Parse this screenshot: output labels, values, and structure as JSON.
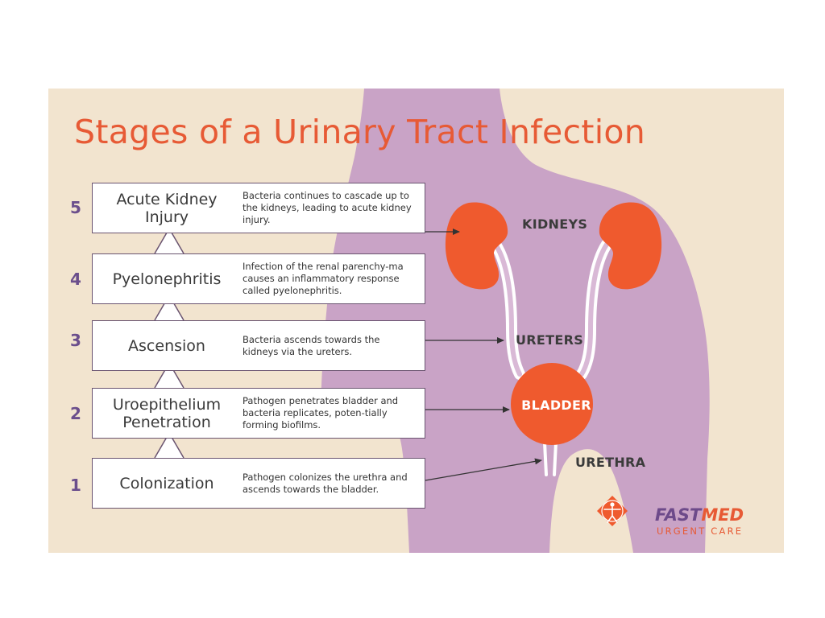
{
  "title": "Stages of a Urinary Tract Infection",
  "stages": [
    {
      "num": "5",
      "name": "Acute Kidney Injury",
      "desc": "Bacteria continues to cascade up to the kidneys, leading to acute kidney injury."
    },
    {
      "num": "4",
      "name": "Pyelonephritis",
      "desc": "Infection of the renal parenchy-ma causes an inflammatory response called pyelonephritis."
    },
    {
      "num": "3",
      "name": "Ascension",
      "desc": "Bacteria ascends towards the kidneys via the ureters."
    },
    {
      "num": "2",
      "name": "Uroepithelium Penetration",
      "desc": "Pathogen penetrates bladder and bacteria replicates, poten-tially forming biofilms."
    },
    {
      "num": "1",
      "name": "Colonization",
      "desc": "Pathogen colonizes the urethra and ascends towards the bladder."
    }
  ],
  "organs": {
    "kidneys": "KIDNEYS",
    "ureters": "URETERS",
    "bladder": "BLADDER",
    "urethra": "URETHRA"
  },
  "logo": {
    "fast": "FAST",
    "med": "MED",
    "sub": "URGENT CARE",
    "icon": "vitruvian-figure-icon"
  },
  "colors": {
    "background": "#f2e4cf",
    "silhouette": "#c9a3c6",
    "organ": "#ef5a2e",
    "title": "#e75a35",
    "stage_number": "#6b4e8c",
    "box_border": "#6a5470"
  }
}
